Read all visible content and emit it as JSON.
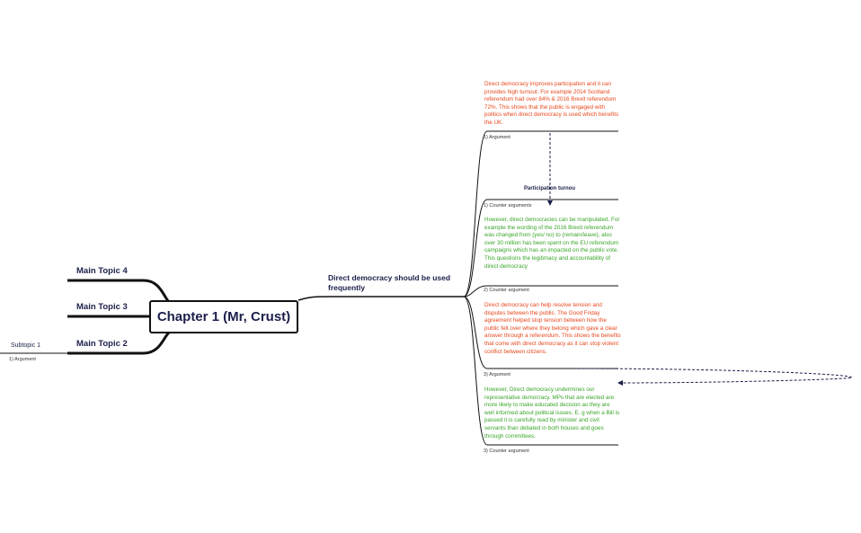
{
  "central": {
    "label": "Chapter 1 (Mr, Crust)"
  },
  "main_topics": [
    {
      "label": "Main Topic 4"
    },
    {
      "label": "Main Topic 3"
    },
    {
      "label": "Main Topic 2"
    }
  ],
  "subtopic": {
    "label": "Subtopic 1",
    "child": "1) Argument"
  },
  "branch": {
    "title": "Direct democracy should be used frequently"
  },
  "relationship": {
    "label": "Participation turnou"
  },
  "leaves": [
    {
      "label": "1) Argument"
    },
    {
      "label": "1) Counter arguments"
    },
    {
      "label": "2) Counter argument"
    },
    {
      "label": "3) Argument"
    },
    {
      "label": "3) Counter argument"
    }
  ],
  "notes": [
    {
      "text": "Direct democracy improves participation and it can provides high turnout. For example 2014 Scotland referendum had over 84% & 2016 Brexit referendum 72%. This shows that the public is engaged with politics when direct democracy is used which benefits the UK.",
      "color": "#e8471c"
    },
    {
      "text": "However, direct democracies can be manipulated. For example the wording of the 2016 Brexit referendum was changed from (yes/ no) to (remain/leave), also over 30 million has been spent on the EU referendum campaigns which has an impacted on the public vote. This questions the legitimacy and accountability of direct democracy",
      "color": "#3aa52a"
    },
    {
      "text": "Direct democracy can help resolve tension and disputes between the public. The Good Friday agreement helped stop tension between how the public felt over where they belong which gave a clear answer through a referendum. This shows the benefits that come with direct democracy as it can stop violent conflict between citizens.",
      "color": "#e8471c"
    },
    {
      "text": "However, Direct democracy undermines our representative democracy. MPs that are elected are more likely to make educated decision as they are well informed about political issues. E. g when a Bill is passed it is carefully read by minister and civil servants than debated in both houses and goes through committees.",
      "color": "#3aa52a"
    }
  ]
}
